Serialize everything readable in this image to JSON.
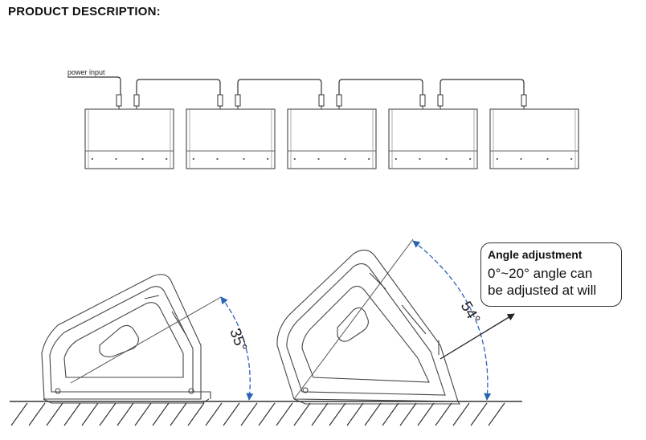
{
  "heading": "PRODUCT DESCRIPTION:",
  "chain": {
    "power_label": "power input",
    "unit_count": 5
  },
  "angles": {
    "left_angle_label": "35°",
    "right_angle_label": "54°"
  },
  "callout": {
    "title": "Angle adjustment",
    "line1": "0°~20° angle can",
    "line2": "be adjusted at will"
  },
  "colors": {
    "line": "#333333",
    "arrow": "#2b63b4",
    "ground": "#333333"
  }
}
